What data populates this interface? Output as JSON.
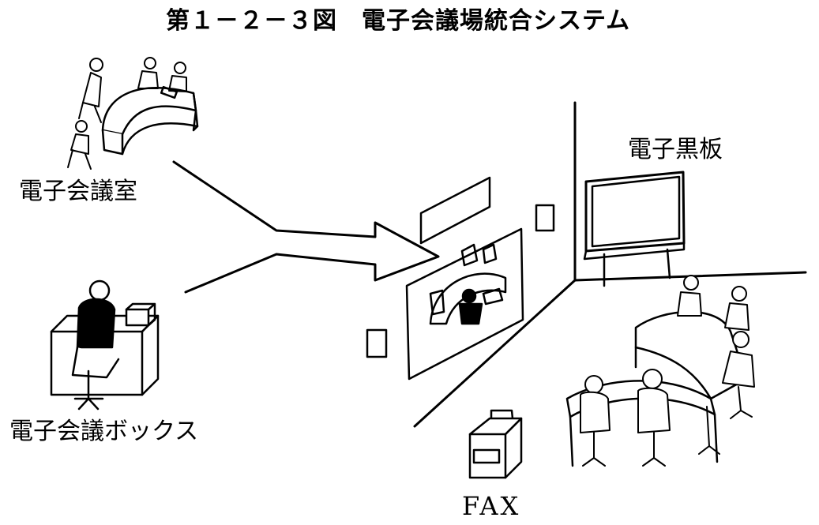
{
  "title": "第１－２－３図　電子会議場統合システム",
  "labels": {
    "conference_room": "電子会議室",
    "conference_booth": "電子会議ボックス",
    "electronic_blackboard": "電子黒板",
    "fax": "FAX"
  },
  "colors": {
    "ink": "#000000",
    "paper": "#ffffff"
  }
}
